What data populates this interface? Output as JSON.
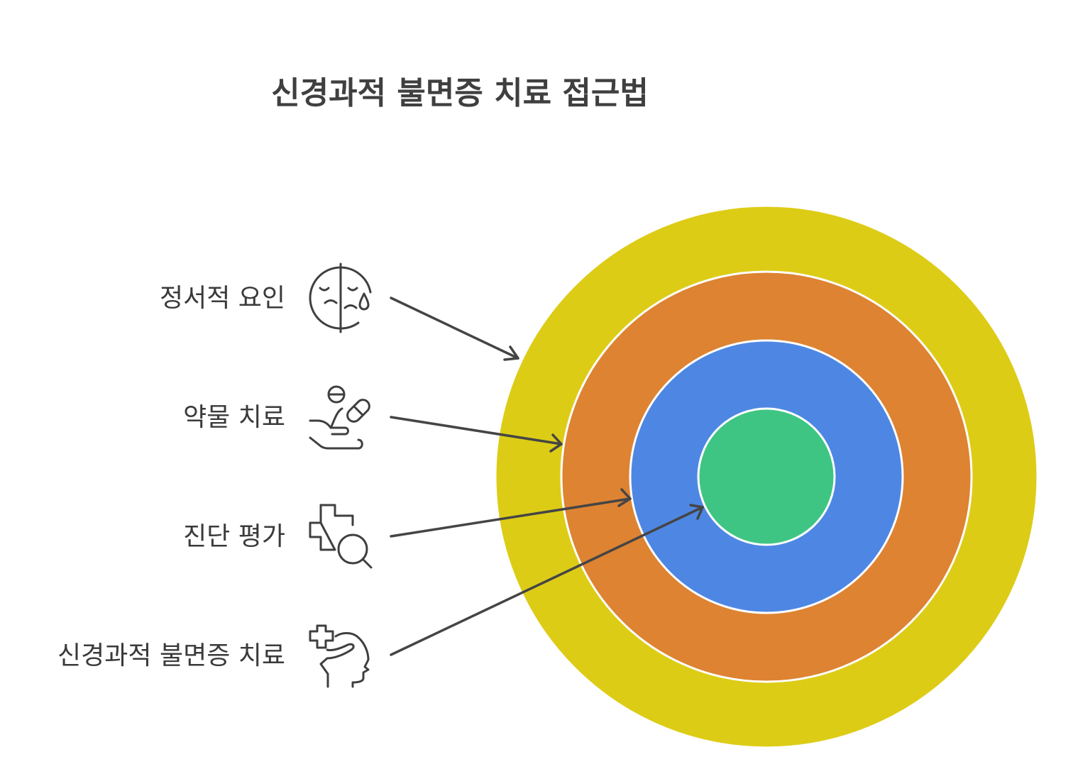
{
  "title": "신경과적 불면증 치료 접근법",
  "layers": [
    {
      "label": "정서적 요인",
      "icon": "emotion-face-tear-icon",
      "color": "#DDCC16"
    },
    {
      "label": "약물 치료",
      "icon": "hand-pills-icon",
      "color": "#DD8332"
    },
    {
      "label": "진단 평가",
      "icon": "medical-cross-search-icon",
      "color": "#4E87E3"
    },
    {
      "label": "신경과적 불면증 치료",
      "icon": "head-medical-cross-icon",
      "color": "#3EC584"
    }
  ]
}
